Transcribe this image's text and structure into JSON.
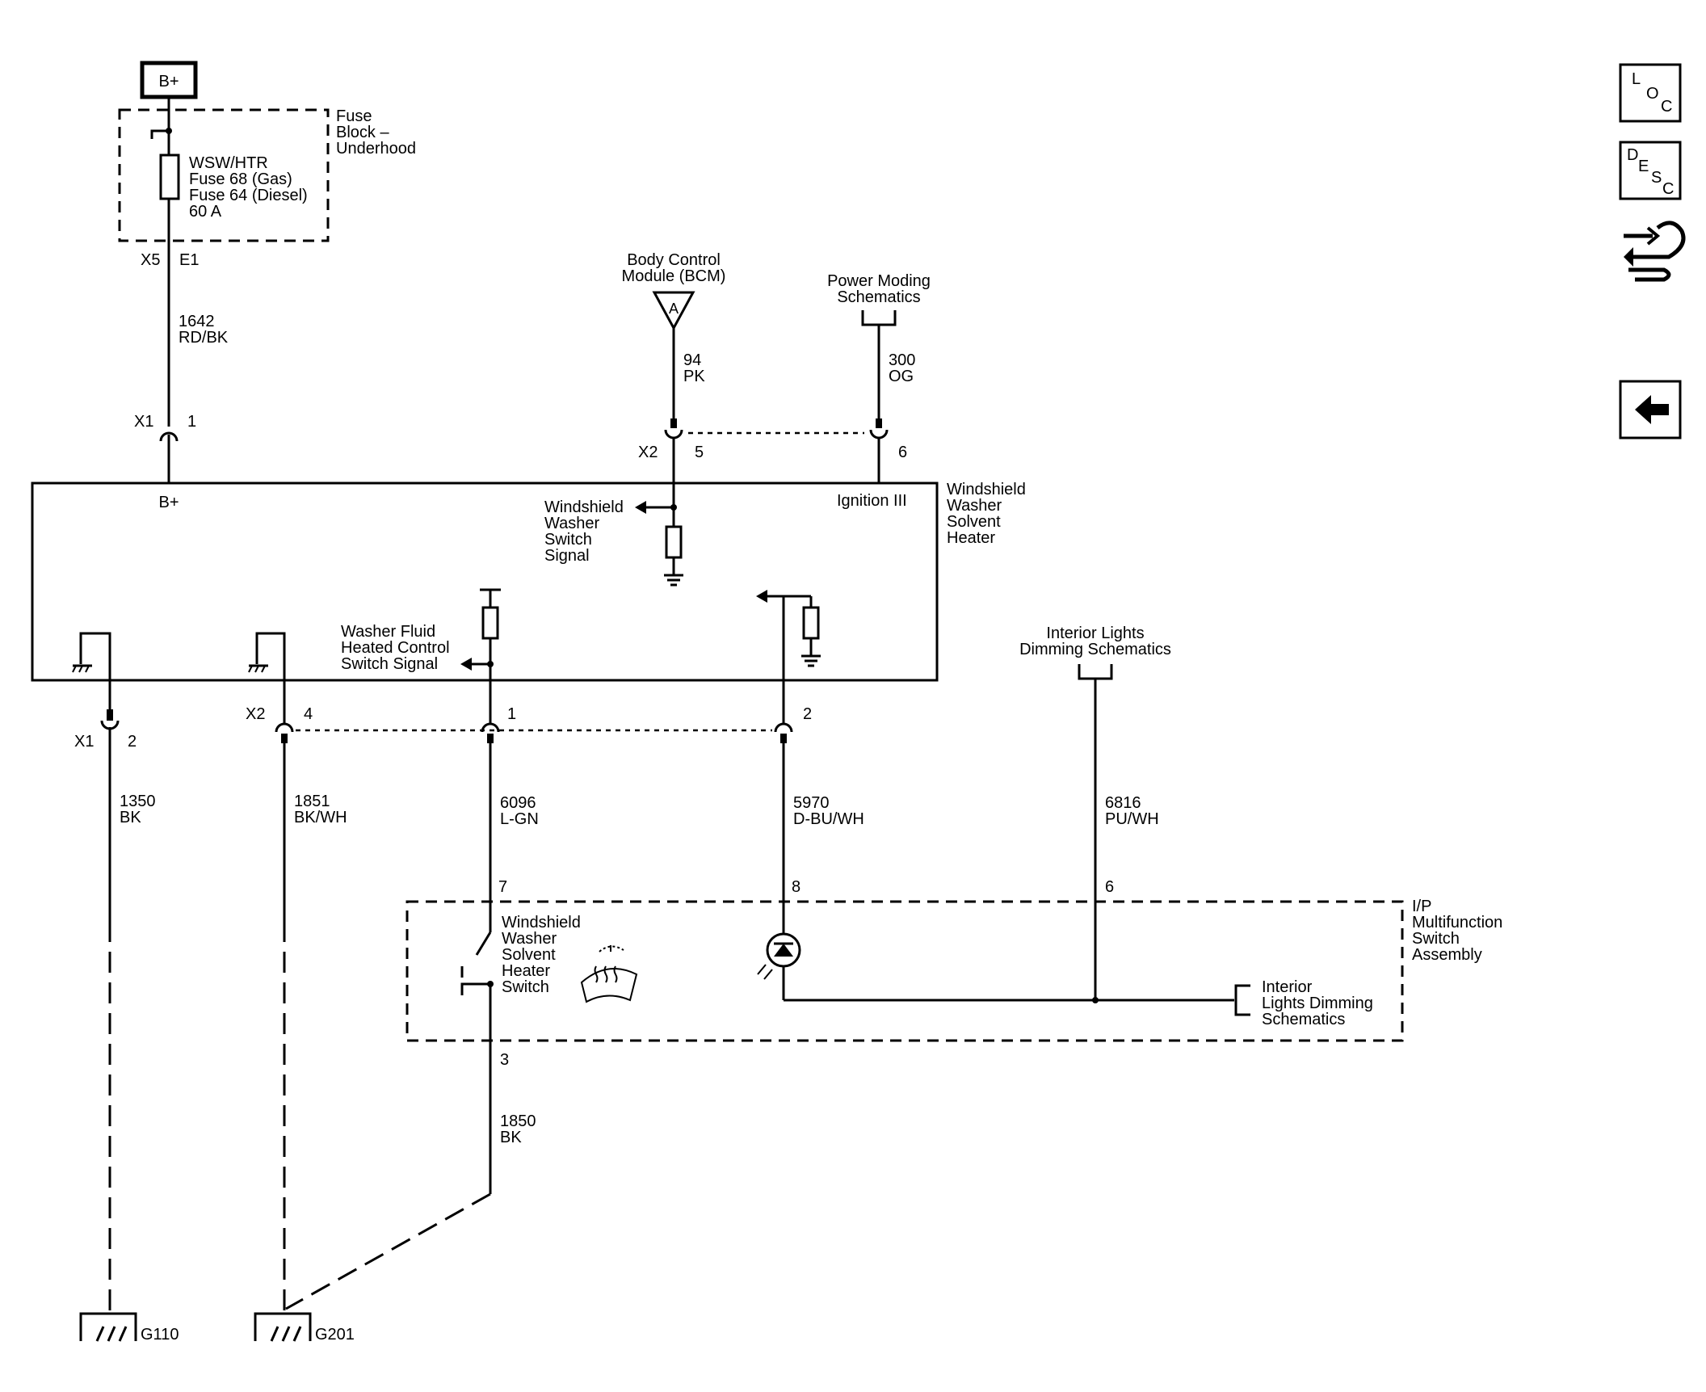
{
  "battery": "B+",
  "fuse_block": {
    "name": [
      "Fuse",
      "Block –",
      "Underhood"
    ],
    "fuse": [
      "WSW/HTR",
      "Fuse 68 (Gas)",
      "Fuse 64 (Diesel)",
      "60 A"
    ],
    "conn": "X5",
    "pin": "E1"
  },
  "wires": {
    "w1642": [
      "1642",
      "RD/BK"
    ],
    "w94": [
      "94",
      "PK"
    ],
    "w300": [
      "300",
      "OG"
    ],
    "w1350": [
      "1350",
      "BK"
    ],
    "w1851": [
      "1851",
      "BK/WH"
    ],
    "w6096": [
      "6096",
      "L-GN"
    ],
    "w5970": [
      "5970",
      "D-BU/WH"
    ],
    "w6816": [
      "6816",
      "PU/WH"
    ],
    "w1850": [
      "1850",
      "BK"
    ]
  },
  "bcm": {
    "name": [
      "Body Control",
      "Module (BCM)"
    ],
    "symbol": "A"
  },
  "power_moding": [
    "Power Moding",
    "Schematics"
  ],
  "connectors": {
    "x1": "X1",
    "x2": "X2",
    "x1b": "X1",
    "x2b": "X2"
  },
  "pins": {
    "x1_1": "1",
    "x2_5": "5",
    "x2_6": "6",
    "x1_2": "2",
    "x2_4": "4",
    "x2_1": "1",
    "x2_2": "2",
    "ip_7": "7",
    "ip_8": "8",
    "ip_6": "6",
    "ip_3": "3"
  },
  "heater": {
    "name": [
      "Windshield",
      "Washer",
      "Solvent",
      "Heater"
    ],
    "bplus": "B+",
    "ignition": "Ignition III",
    "switch_signal": [
      "Windshield",
      "Washer",
      "Switch",
      "Signal"
    ],
    "control_signal": [
      "Washer Fluid",
      "Heated Control",
      "Switch Signal"
    ]
  },
  "interior_lights": [
    "Interior Lights",
    "Dimming Schematics"
  ],
  "ip_switch": {
    "name": [
      "I/P",
      "Multifunction",
      "Switch",
      "Assembly"
    ],
    "switch_label": [
      "Windshield",
      "Washer",
      "Solvent",
      "Heater",
      "Switch"
    ],
    "dimming": [
      "Interior",
      "Lights Dimming",
      "Schematics"
    ]
  },
  "grounds": {
    "g110": "G110",
    "g201": "G201"
  },
  "nav_icons": {
    "loc": [
      "L",
      "O",
      "C"
    ],
    "desc": [
      "D",
      "E",
      "S",
      "C"
    ],
    "connector_icon": "connector-wrench-icon",
    "back_icon": "back-arrow-icon"
  }
}
